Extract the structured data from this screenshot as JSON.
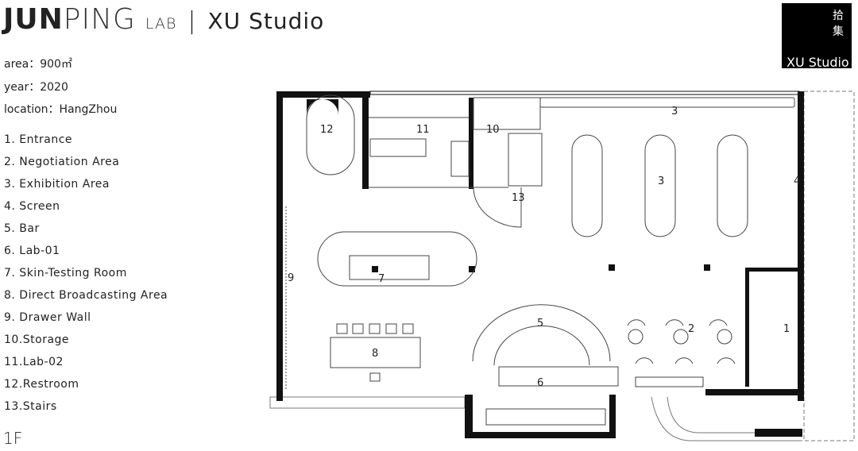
{
  "header": {
    "brand_bold": "JUN",
    "brand_light": "PING",
    "brand_lab": "LAB",
    "separator": "|",
    "studio": "XU Studio"
  },
  "info": {
    "area": "area：900㎡",
    "year": "year：2020",
    "location": "location：HangZhou"
  },
  "legend": [
    "1.  Entrance",
    "2.  Negotiation  Area",
    "3.  Exhibition  Area",
    "4.  Screen",
    "5.  Bar",
    "6.  Lab-01",
    "7.  Skin-Testing  Room",
    "8.  Direct  Broadcasting  Area",
    "9.  Drawer  Wall",
    "10.Storage",
    "11.Lab-02",
    "12.Restroom",
    "13.Stairs"
  ],
  "floor": "1F",
  "logo": {
    "chinese": "拾集",
    "english": "XU Studio"
  },
  "plan_labels": {
    "l1": "1",
    "l2": "2",
    "l3a": "3",
    "l3b": "3",
    "l4": "4",
    "l5": "5",
    "l6": "6",
    "l7": "7",
    "l8": "8",
    "l9": "9",
    "l10": "10",
    "l11": "11",
    "l12": "12",
    "l13": "13"
  }
}
